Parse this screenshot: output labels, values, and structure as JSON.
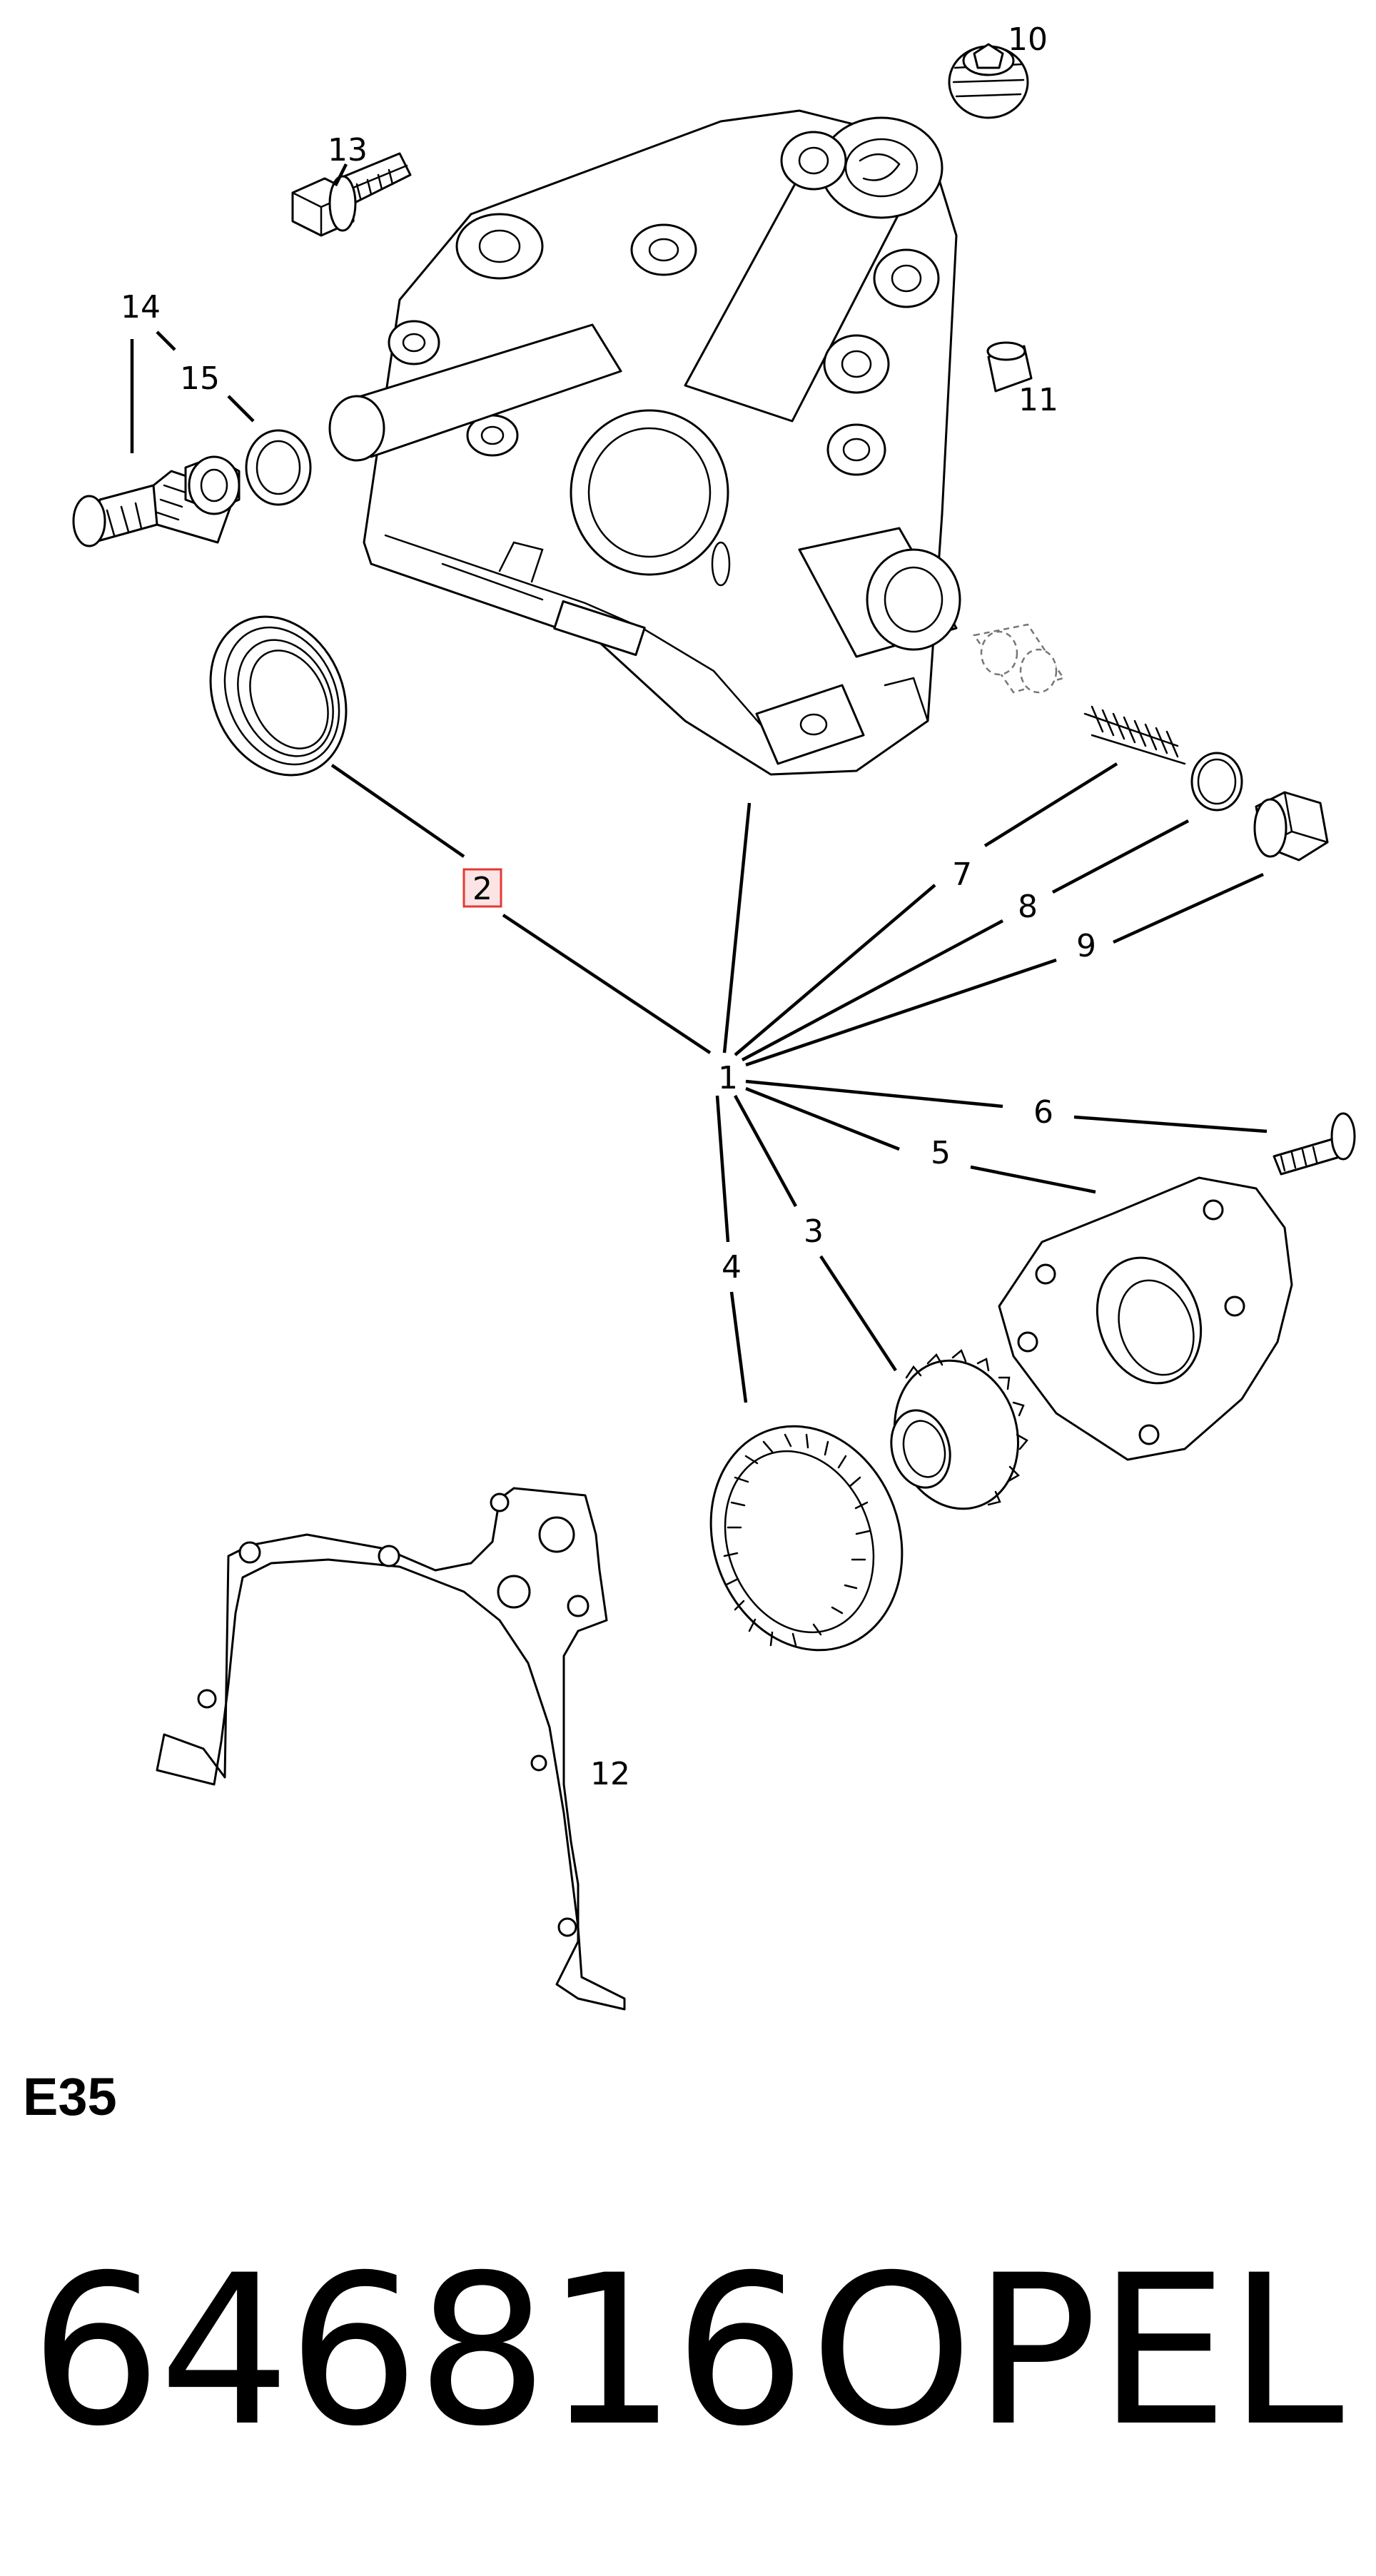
{
  "diagram": {
    "highlight_color": "#e53935",
    "highlight_fill": "#fde4e4",
    "line_color": "#000000",
    "callouts": {
      "c1": "1",
      "c2": "2",
      "c3": "3",
      "c4": "4",
      "c5": "5",
      "c6": "6",
      "c7": "7",
      "c8": "8",
      "c9": "9",
      "c10": "10",
      "c11": "11",
      "c12": "12",
      "c13": "13",
      "c14": "14",
      "c15": "15"
    },
    "highlighted_callout": "2"
  },
  "footer": {
    "section_code": "E35",
    "part_number": "646816",
    "brand": "OPEL"
  }
}
